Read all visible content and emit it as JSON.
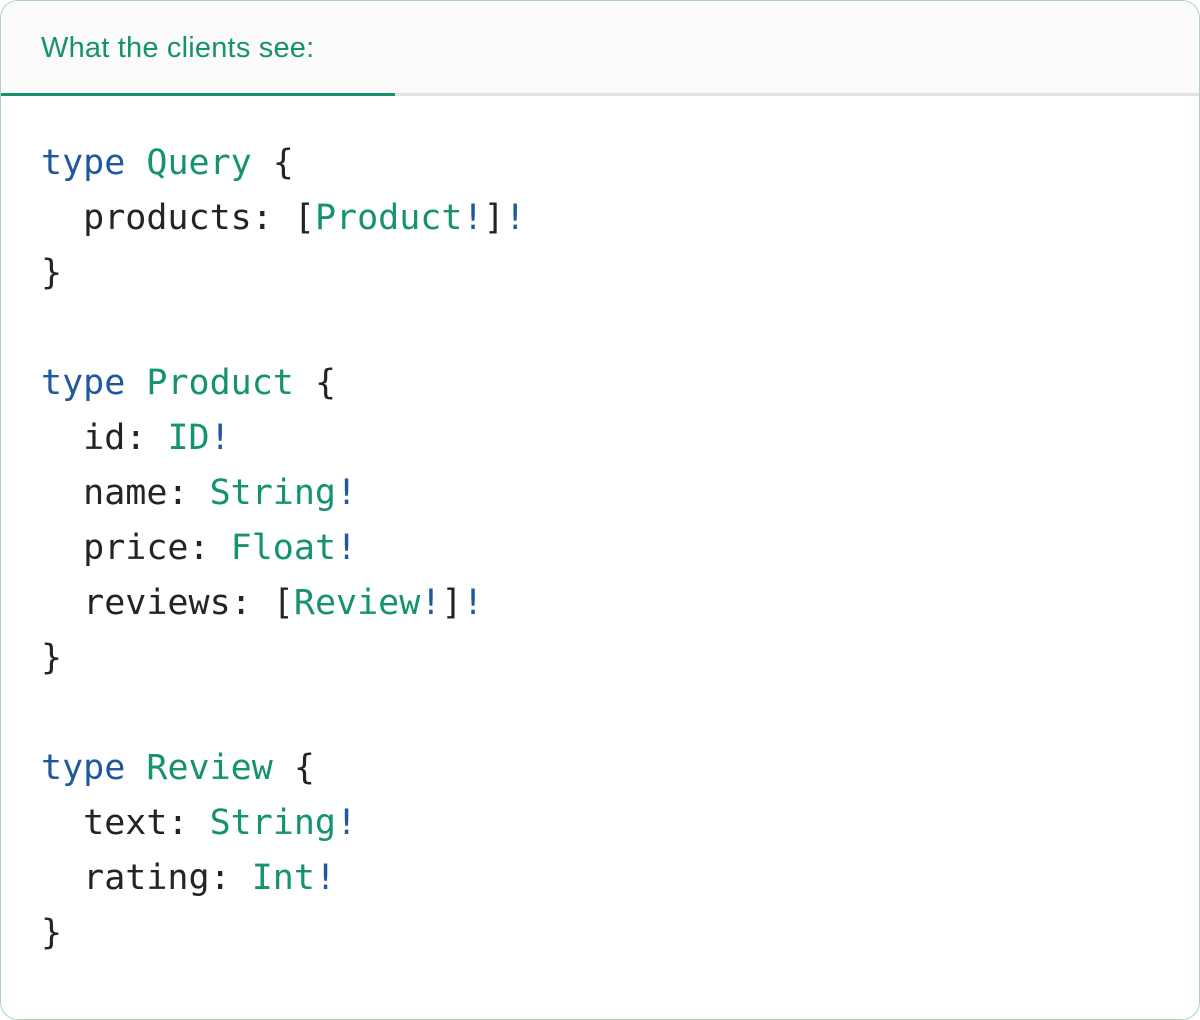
{
  "panel": {
    "tab_label": "What the clients see:"
  },
  "colors": {
    "keyword": "#1F589C",
    "typename": "#15926F",
    "plain": "#222426",
    "bang": "#1F589C",
    "tab_text": "#15926F",
    "tab_underline": "#129070",
    "divider": "#e2e2e2",
    "tab_bar_bg": "#fbfbfb",
    "card_bg": "#ffffff",
    "card_border": "#aed3ba"
  },
  "code": {
    "language": "graphql-sdl",
    "lines": [
      {
        "tokens": [
          {
            "t": "type",
            "c": "keyword"
          },
          {
            "t": " ",
            "c": "plain"
          },
          {
            "t": "Query",
            "c": "typename"
          },
          {
            "t": " {",
            "c": "plain"
          }
        ]
      },
      {
        "tokens": [
          {
            "t": "  products: [",
            "c": "plain"
          },
          {
            "t": "Product",
            "c": "typename"
          },
          {
            "t": "!",
            "c": "bang"
          },
          {
            "t": "]",
            "c": "plain"
          },
          {
            "t": "!",
            "c": "bang"
          }
        ]
      },
      {
        "tokens": [
          {
            "t": "}",
            "c": "plain"
          }
        ]
      },
      {
        "tokens": []
      },
      {
        "tokens": [
          {
            "t": "type",
            "c": "keyword"
          },
          {
            "t": " ",
            "c": "plain"
          },
          {
            "t": "Product",
            "c": "typename"
          },
          {
            "t": " {",
            "c": "plain"
          }
        ]
      },
      {
        "tokens": [
          {
            "t": "  id: ",
            "c": "plain"
          },
          {
            "t": "ID",
            "c": "typename"
          },
          {
            "t": "!",
            "c": "bang"
          }
        ]
      },
      {
        "tokens": [
          {
            "t": "  name: ",
            "c": "plain"
          },
          {
            "t": "String",
            "c": "typename"
          },
          {
            "t": "!",
            "c": "bang"
          }
        ]
      },
      {
        "tokens": [
          {
            "t": "  price: ",
            "c": "plain"
          },
          {
            "t": "Float",
            "c": "typename"
          },
          {
            "t": "!",
            "c": "bang"
          }
        ]
      },
      {
        "tokens": [
          {
            "t": "  reviews: [",
            "c": "plain"
          },
          {
            "t": "Review",
            "c": "typename"
          },
          {
            "t": "!",
            "c": "bang"
          },
          {
            "t": "]",
            "c": "plain"
          },
          {
            "t": "!",
            "c": "bang"
          }
        ]
      },
      {
        "tokens": [
          {
            "t": "}",
            "c": "plain"
          }
        ]
      },
      {
        "tokens": []
      },
      {
        "tokens": [
          {
            "t": "type",
            "c": "keyword"
          },
          {
            "t": " ",
            "c": "plain"
          },
          {
            "t": "Review",
            "c": "typename"
          },
          {
            "t": " {",
            "c": "plain"
          }
        ]
      },
      {
        "tokens": [
          {
            "t": "  text: ",
            "c": "plain"
          },
          {
            "t": "String",
            "c": "typename"
          },
          {
            "t": "!",
            "c": "bang"
          }
        ]
      },
      {
        "tokens": [
          {
            "t": "  rating: ",
            "c": "plain"
          },
          {
            "t": "Int",
            "c": "typename"
          },
          {
            "t": "!",
            "c": "bang"
          }
        ]
      },
      {
        "tokens": [
          {
            "t": "}",
            "c": "plain"
          }
        ]
      }
    ]
  }
}
